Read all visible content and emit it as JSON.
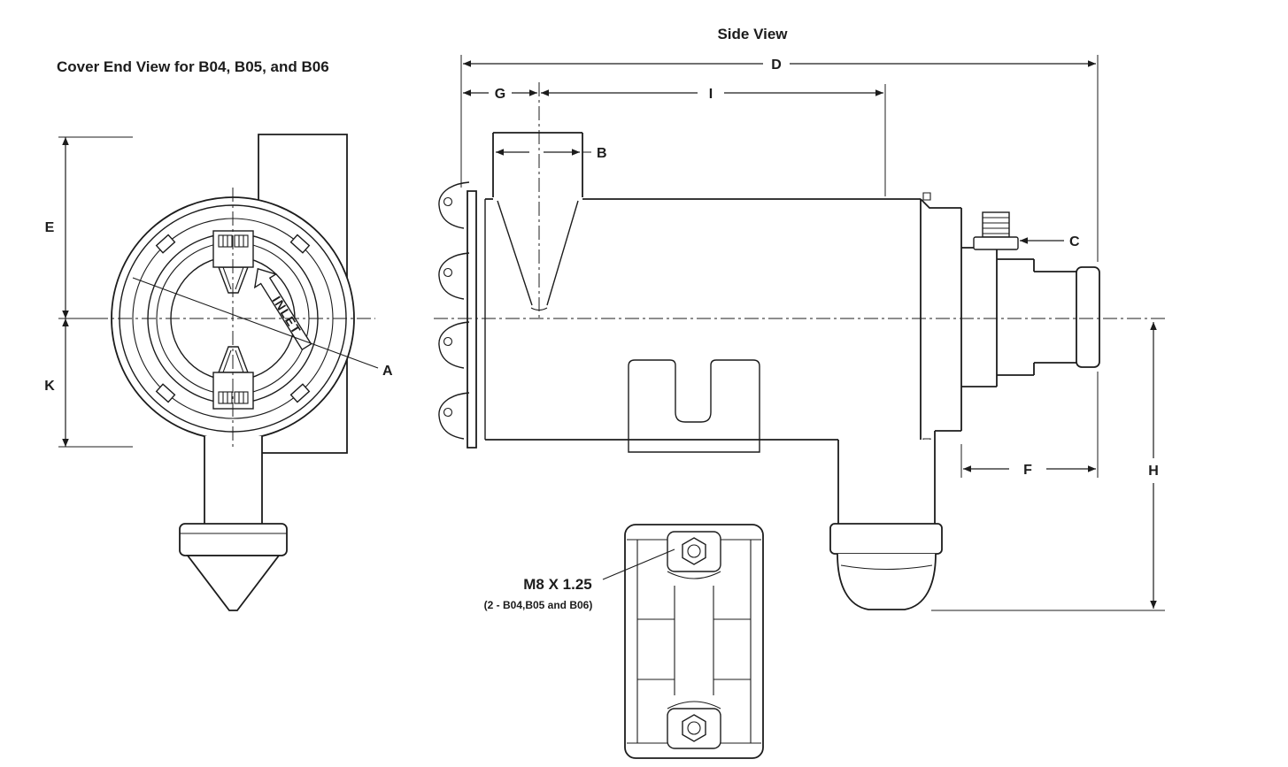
{
  "diagram": {
    "titles": {
      "cover_end_view": "Cover End View for B04, B05, and B06",
      "side_view": "Side View"
    },
    "dimension_labels": {
      "A": "A",
      "B": "B",
      "C": "C",
      "D": "D",
      "E": "E",
      "F": "F",
      "G": "G",
      "H": "H",
      "I": "I",
      "K": "K"
    },
    "annotations": {
      "inlet_arrow": "INLET",
      "thread_spec": "M8 X 1.25",
      "thread_spec_note": "(2 - B04,B05 and B06)"
    },
    "colors": {
      "line": "#1c1c1c",
      "background": "#ffffff"
    }
  }
}
